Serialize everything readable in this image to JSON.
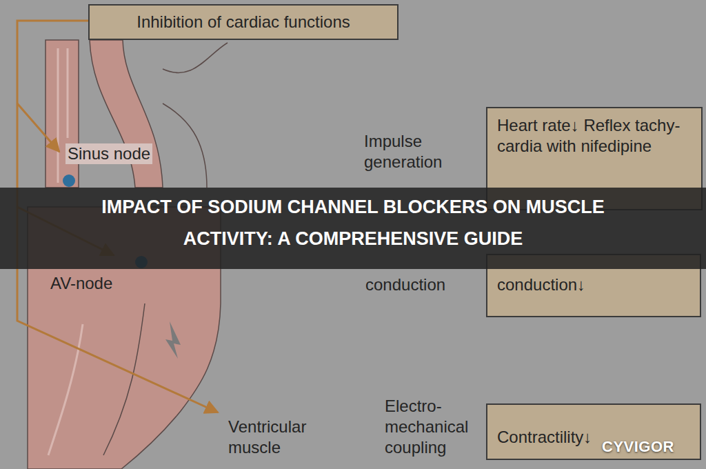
{
  "diagram": {
    "title": "IMPACT OF SODIUM CHANNEL BLOCKERS ON MUSCLE ACTIVITY: A COMPREHENSIVE GUIDE",
    "nodes": [
      {
        "text": [
          "Inhibition of cardiac functions"
        ]
      },
      {
        "text": [
          "Heart rate↓ Reflex tachy- cardia with nifedipine"
        ]
      },
      {
        "text": [
          "conduction↓"
        ]
      },
      {
        "text": [
          "Contractility↓"
        ]
      }
    ],
    "labels": [
      "Sinus node",
      "Impulse generation",
      "AV-node",
      "conduction",
      "Ventricular muscle",
      "Electro- mechanical coupling",
      "CYVIGOR"
    ]
  }
}
